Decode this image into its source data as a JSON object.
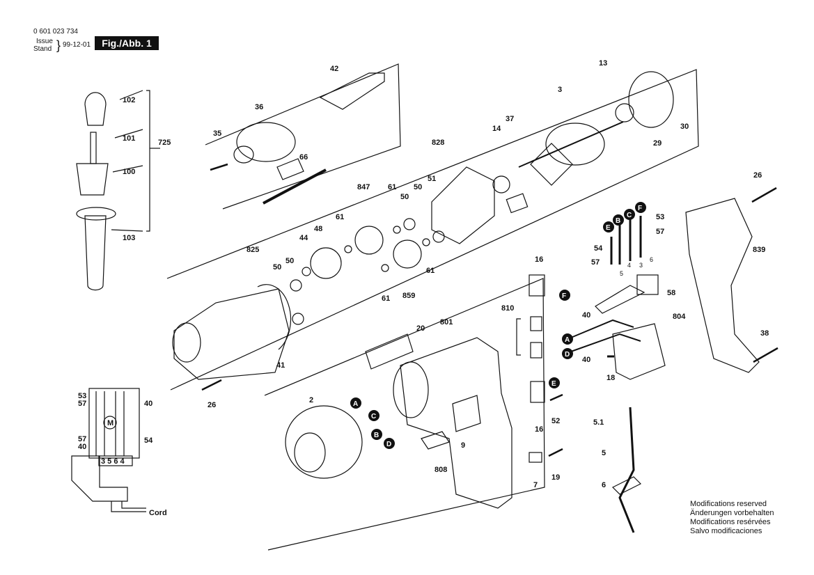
{
  "header": {
    "part_number": "0 601 023 734",
    "issue_label_1": "Issue",
    "issue_label_2": "Stand",
    "issue_date": "99-12-01",
    "figure_label": "Fig./Abb. 1"
  },
  "notes": [
    "Modifications reserved",
    "Änderungen vorbehalten",
    "Modifications resérvées",
    "Salvo modificaciones"
  ],
  "wiring": {
    "terminals": "3 5 6 4",
    "motor": "M",
    "cord_label": "Cord"
  },
  "callouts": {
    "c102": "102",
    "c101": "101",
    "c100": "100",
    "c103": "103",
    "c725": "725",
    "c42": "42",
    "c36": "36",
    "c35": "35",
    "c66": "66",
    "c13": "13",
    "c3": "3",
    "c30": "30",
    "c29": "29",
    "c37": "37",
    "c14": "14",
    "c828": "828",
    "c847": "847",
    "c61a": "61",
    "c50a": "50",
    "c51": "51",
    "c26a": "26",
    "c839": "839",
    "c53a": "53",
    "c57a": "57",
    "c54a": "54",
    "c57b": "57",
    "c825": "825",
    "c44": "44",
    "c48": "48",
    "c61b": "61",
    "c50b": "50",
    "c50c": "50",
    "c61c": "61",
    "c61d": "61",
    "c859": "859",
    "c16a": "16",
    "c810": "810",
    "c58": "58",
    "c40a": "40",
    "c40b": "40",
    "c804": "804",
    "c18": "18",
    "c38": "38",
    "c41": "41",
    "c26b": "26",
    "c20": "20",
    "c801": "801",
    "c2": "2",
    "c9": "9",
    "c808": "808",
    "c16b": "16",
    "c52": "52",
    "c7": "7",
    "c19": "19",
    "c51b": "5.1",
    "c5": "5",
    "c6": "6",
    "w53": "53",
    "w57a": "57",
    "w40a": "40",
    "w57b": "57",
    "w40b": "40",
    "w54": "54"
  },
  "wire_letters": {
    "A": "A",
    "B": "B",
    "C": "C",
    "D": "D",
    "E": "E",
    "F": "F"
  },
  "small_marks": {
    "t5": "5",
    "t4": "4",
    "t3": "3",
    "t6": "6"
  }
}
